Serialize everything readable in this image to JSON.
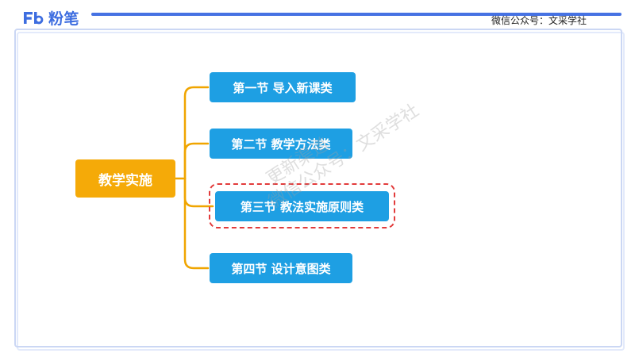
{
  "header": {
    "logo_text": "粉笔",
    "wechat_text": "微信公众号：文采学社"
  },
  "colors": {
    "brand": "#3d6de0",
    "root": "#f5aa08",
    "node": "#1e9fe3",
    "connector": "#f0a500",
    "highlight": "#e23b3b"
  },
  "diagram": {
    "root": "教学实施",
    "children": [
      {
        "label": "第一节  导入新课类"
      },
      {
        "label": "第二节  教学方法类"
      },
      {
        "label": "第三节  教法实施原则类",
        "highlighted": true
      },
      {
        "label": "第四节  设计意图类"
      }
    ]
  },
  "watermark": {
    "line1": "更新渠道",
    "line2": "微信公众号：文采学社"
  }
}
